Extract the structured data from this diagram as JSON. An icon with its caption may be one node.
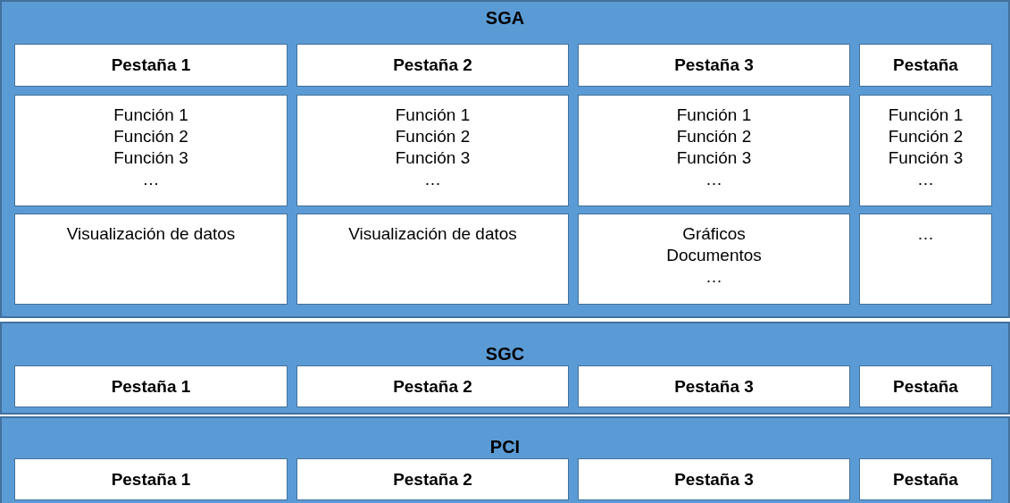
{
  "diagram": {
    "nodes": [
      {
        "text": [
          "SGA"
        ]
      },
      {
        "text": [
          "Pestaña 1"
        ],
        "in": 0
      },
      {
        "text": [
          "Pestaña 2"
        ],
        "in": 0
      },
      {
        "text": [
          "Pestaña 3"
        ],
        "in": 0
      },
      {
        "text": [
          "Pestaña"
        ],
        "in": 0
      },
      {
        "text": [
          "Función 1",
          "Función 2",
          "Función 3",
          "…"
        ],
        "in": 0
      },
      {
        "text": [
          "Función 1",
          "Función 2",
          "Función 3",
          "…"
        ],
        "in": 0
      },
      {
        "text": [
          "Función 1",
          "Función 2",
          "Función 3",
          "…"
        ],
        "in": 0
      },
      {
        "text": [
          "Función 1",
          "Función 2",
          "Función 3",
          "…"
        ],
        "in": 0
      },
      {
        "text": [
          "Visualización de datos"
        ],
        "in": 0
      },
      {
        "text": [
          "Visualización de datos"
        ],
        "in": 0
      },
      {
        "text": [
          "Gráficos",
          "Documentos",
          "…"
        ],
        "in": 0
      },
      {
        "text": [
          "…"
        ],
        "in": 0
      },
      {
        "text": [
          "SGC"
        ]
      },
      {
        "text": [
          "Pestaña 1"
        ],
        "in": 13
      },
      {
        "text": [
          "Pestaña 2"
        ],
        "in": 13
      },
      {
        "text": [
          "Pestaña 3"
        ],
        "in": 13
      },
      {
        "text": [
          "Pestaña"
        ],
        "in": 13
      },
      {
        "text": [
          "PCI"
        ]
      },
      {
        "text": [
          "Pestaña 1"
        ],
        "in": 18
      },
      {
        "text": [
          "Pestaña 2"
        ],
        "in": 18
      },
      {
        "text": [
          "Pestaña 3"
        ],
        "in": 18
      },
      {
        "text": [
          "Pestaña"
        ],
        "in": 18
      }
    ]
  }
}
